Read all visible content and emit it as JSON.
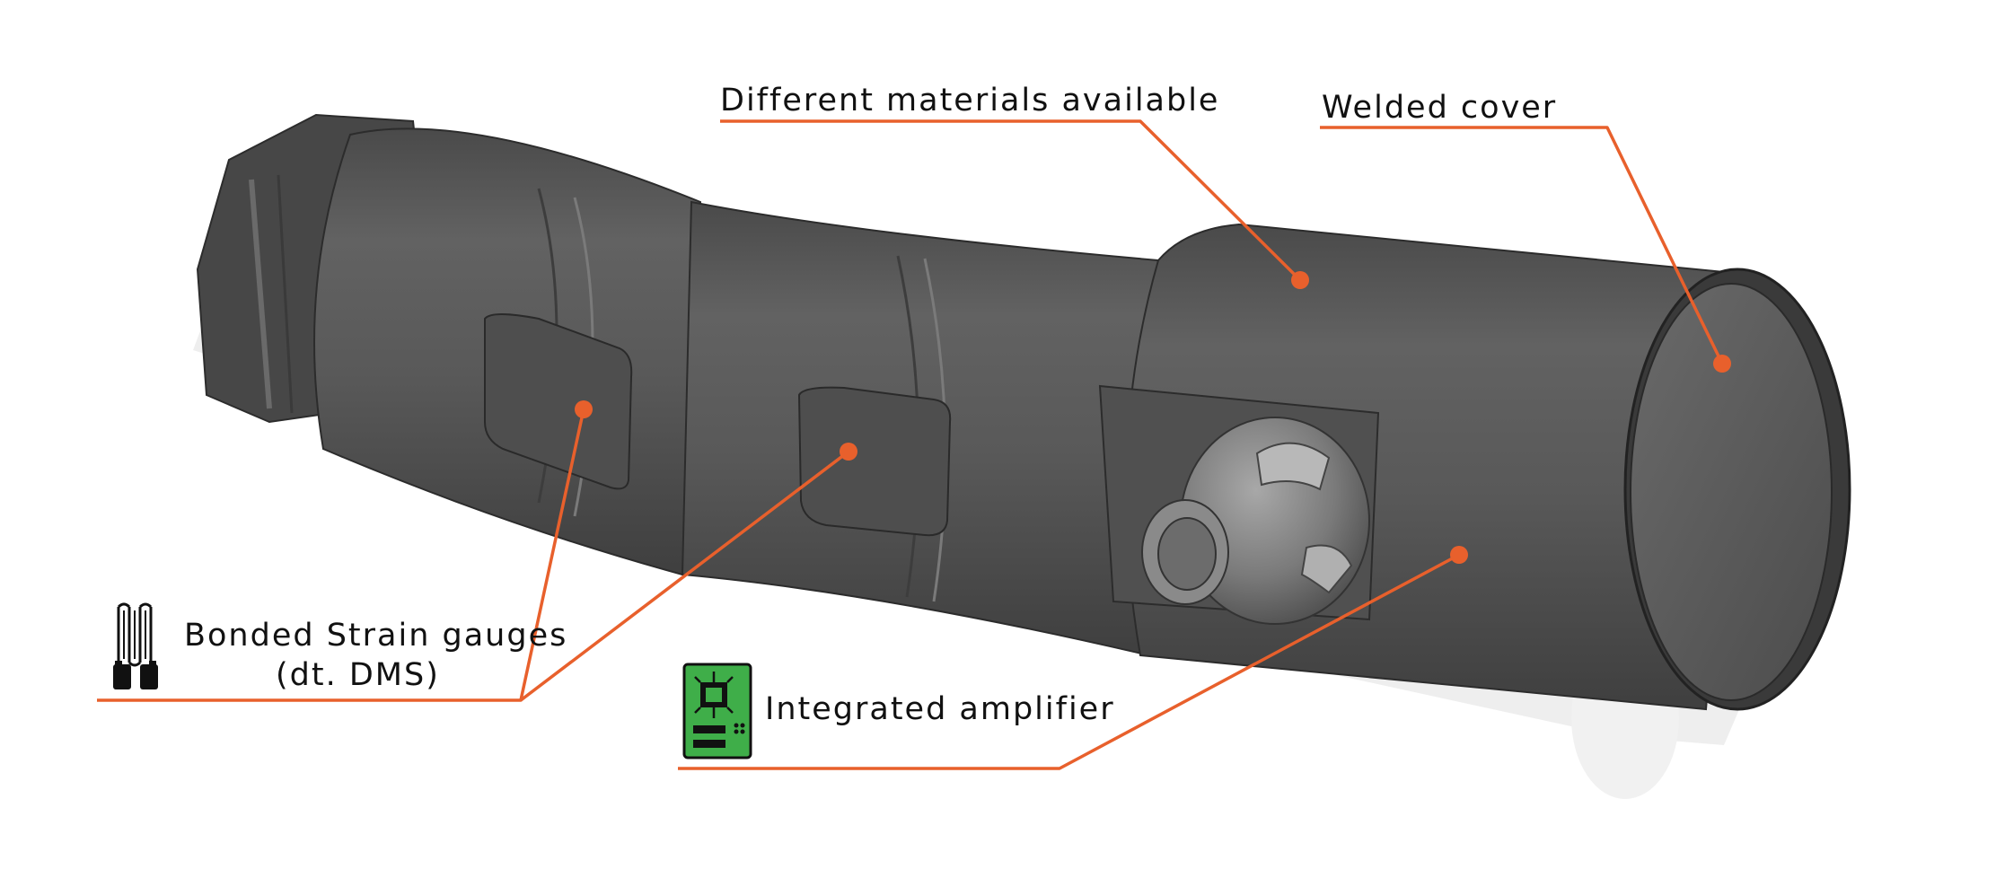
{
  "accent_color": "#E8602C",
  "body_color": "#555555",
  "callouts": {
    "materials": "Different materials available",
    "cover": "Welded cover",
    "gauges_line1": "Bonded Strain gauges",
    "gauges_line2": "(dt. DMS)",
    "amplifier": "Integrated amplifier"
  },
  "icons": {
    "strain_gauge": "strain-gauge-icon",
    "circuit_board": "circuit-board-icon"
  }
}
